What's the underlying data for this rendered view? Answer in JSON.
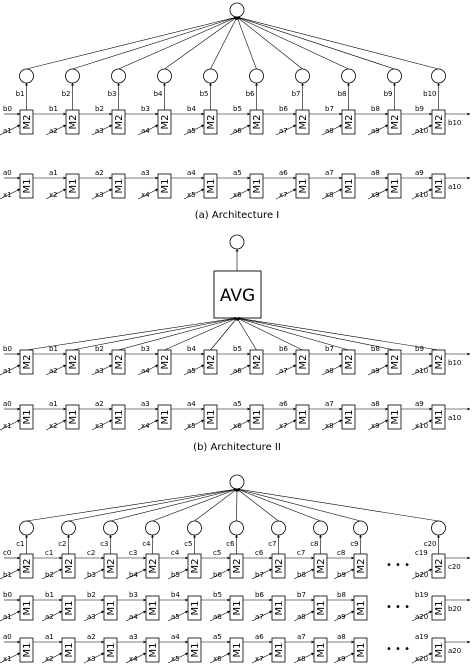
{
  "diagram_a": {
    "caption": "(a) Architecture I",
    "module_top": "M2",
    "module_bottom": "M1",
    "b_labels": [
      "b1",
      "b2",
      "b3",
      "b4",
      "b5",
      "b6",
      "b7",
      "b8",
      "b9",
      "b10"
    ],
    "top_in_labels": [
      "b0",
      "b1",
      "b2",
      "b3",
      "b4",
      "b5",
      "b6",
      "b7",
      "b8",
      "b9"
    ],
    "top_a_labels": [
      "a1",
      "a2",
      "a3",
      "a4",
      "a5",
      "a6",
      "a7",
      "a8",
      "a9",
      "a10"
    ],
    "top_out_label": "b10",
    "bot_in_labels": [
      "a0",
      "a1",
      "a2",
      "a3",
      "a4",
      "a5",
      "a6",
      "a7",
      "a8",
      "a9"
    ],
    "x_labels": [
      "x1",
      "x2",
      "x3",
      "x4",
      "x5",
      "x6",
      "x7",
      "x8",
      "x9",
      "x10"
    ],
    "bot_out_label": "a10"
  },
  "diagram_b": {
    "caption": "(b) Architecture II",
    "avg_label": "AVG",
    "module_top": "M2",
    "module_bottom": "M1",
    "top_in_labels": [
      "b0",
      "b1",
      "b2",
      "b3",
      "b4",
      "b5",
      "b6",
      "b7",
      "b8",
      "b9"
    ],
    "top_a_labels": [
      "a1",
      "a2",
      "a3",
      "a4",
      "a5",
      "a6",
      "a7",
      "a8",
      "a9",
      "a10"
    ],
    "top_out_label": "b10",
    "bot_in_labels": [
      "a0",
      "a1",
      "a2",
      "a3",
      "a4",
      "a5",
      "a6",
      "a7",
      "a8",
      "a9"
    ],
    "x_labels": [
      "x1",
      "x2",
      "x3",
      "x4",
      "x5",
      "x6",
      "x7",
      "x8",
      "x9",
      "x10"
    ],
    "bot_out_label": "a10"
  },
  "diagram_c": {
    "module_top": "M2",
    "module_mid": "M1",
    "module_bottom": "M1",
    "c_labels": [
      "c1",
      "c2",
      "c3",
      "c4",
      "c5",
      "c6",
      "c7",
      "c8",
      "c9",
      "c20"
    ],
    "c_in_labels": [
      "c0",
      "c1",
      "c2",
      "c3",
      "c4",
      "c5",
      "c6",
      "c7",
      "c8",
      "c19"
    ],
    "b_row_labels": [
      "b1",
      "b2",
      "b3",
      "b4",
      "b5",
      "b6",
      "b7",
      "b8",
      "b9",
      "b20"
    ],
    "c_out_label": "c20",
    "b_in_labels": [
      "b0",
      "b1",
      "b2",
      "b3",
      "b4",
      "b5",
      "b6",
      "b7",
      "b8",
      "b19"
    ],
    "a_row_labels": [
      "a1",
      "a2",
      "a3",
      "a4",
      "a5",
      "a6",
      "a7",
      "a8",
      "a9",
      "a20"
    ],
    "b_out_label": "b20",
    "a_in_labels": [
      "a0",
      "a1",
      "a2",
      "a3",
      "a4",
      "a5",
      "a6",
      "a7",
      "a8",
      "a19"
    ],
    "x_labels": [
      "x1",
      "x2",
      "x3",
      "x4",
      "x5",
      "x6",
      "x7",
      "x8",
      "x9",
      "x20"
    ],
    "a_out_label": "a20",
    "ellipsis": "• • •"
  }
}
